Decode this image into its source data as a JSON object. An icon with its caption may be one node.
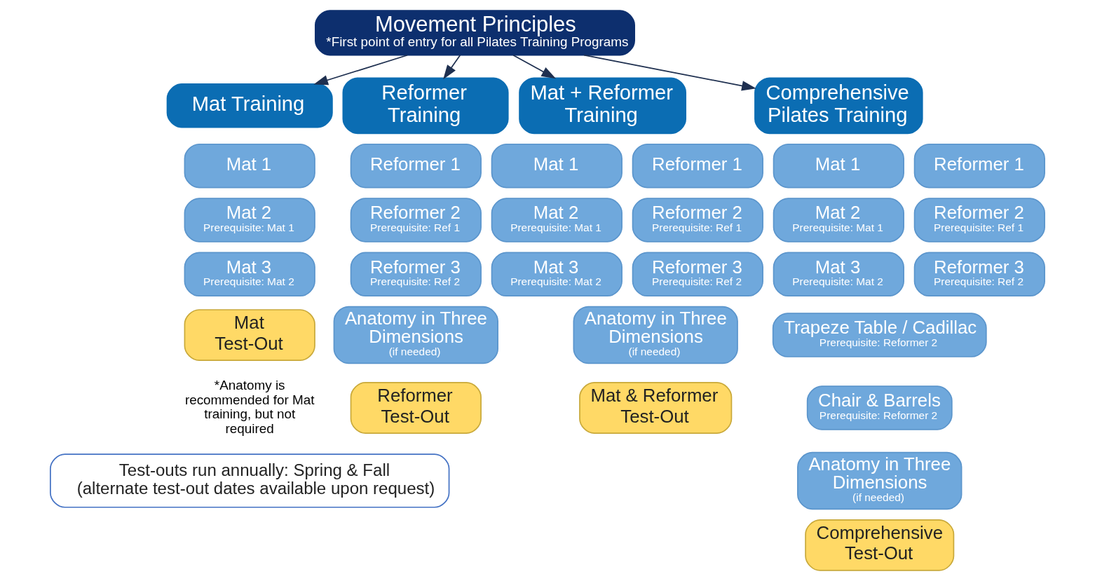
{
  "diagram": {
    "nodes": [
      {
        "text": [
          "Movement Principles",
          "*First point of entry for all Pilates Training Programs"
        ]
      },
      {
        "text": [
          "Mat Training"
        ]
      },
      {
        "text": [
          "Reformer Training"
        ]
      },
      {
        "text": [
          "Mat + Reformer Training"
        ]
      },
      {
        "text": [
          "Comprehensive Pilates Training"
        ]
      },
      {
        "text": [
          "Mat 1"
        ]
      },
      {
        "text": [
          "Mat 2",
          "Prerequisite: Mat 1"
        ]
      },
      {
        "text": [
          "Mat 3",
          "Prerequisite: Mat 2"
        ]
      },
      {
        "text": [
          "Mat Test-Out"
        ]
      },
      {
        "text": [
          "Reformer 1"
        ]
      },
      {
        "text": [
          "Reformer 2",
          "Prerequisite: Ref 1"
        ]
      },
      {
        "text": [
          "Reformer 3",
          "Prerequisite: Ref 2"
        ]
      },
      {
        "text": [
          "Anatomy in Three Dimensions",
          "(if needed)"
        ]
      },
      {
        "text": [
          "Reformer Test-Out"
        ]
      },
      {
        "text": [
          "Mat 1"
        ]
      },
      {
        "text": [
          "Reformer 1"
        ]
      },
      {
        "text": [
          "Mat 2",
          "Prerequisite: Mat 1"
        ]
      },
      {
        "text": [
          "Reformer 2",
          "Prerequisite: Ref 1"
        ]
      },
      {
        "text": [
          "Mat 3",
          "Prerequisite: Mat 2"
        ]
      },
      {
        "text": [
          "Reformer 3",
          "Prerequisite: Ref 2"
        ]
      },
      {
        "text": [
          "Anatomy in Three Dimensions",
          "(if needed)"
        ]
      },
      {
        "text": [
          "Mat & Reformer Test-Out"
        ]
      },
      {
        "text": [
          "Mat 1"
        ]
      },
      {
        "text": [
          "Reformer 1"
        ]
      },
      {
        "text": [
          "Mat 2",
          "Prerequisite: Mat 1"
        ]
      },
      {
        "text": [
          "Reformer 2",
          "Prerequisite: Ref 1"
        ]
      },
      {
        "text": [
          "Mat 3",
          "Prerequisite: Mat 2"
        ]
      },
      {
        "text": [
          "Reformer 3",
          "Prerequisite: Ref 2"
        ]
      },
      {
        "text": [
          "Trapeze Table / Cadillac",
          "Prerequisite: Reformer 2"
        ]
      },
      {
        "text": [
          "Chair & Barrels",
          "Prerequisite: Reformer 2"
        ]
      },
      {
        "text": [
          "Anatomy in Three Dimensions",
          "(if needed)"
        ]
      },
      {
        "text": [
          "Comprehensive Test-Out"
        ]
      },
      {
        "text": [
          "Test-outs run annually: Spring & Fall",
          "(alternate test-out dates available upon request)"
        ]
      }
    ],
    "edges": [
      {
        "from": 0,
        "to": 1,
        "arrow": "to"
      },
      {
        "from": 0,
        "to": 2,
        "arrow": "to"
      },
      {
        "from": 0,
        "to": 3,
        "arrow": "to"
      },
      {
        "from": 0,
        "to": 4,
        "arrow": "to"
      }
    ],
    "labels": [
      "*Anatomy is recommended for Mat training, but not required"
    ]
  }
}
